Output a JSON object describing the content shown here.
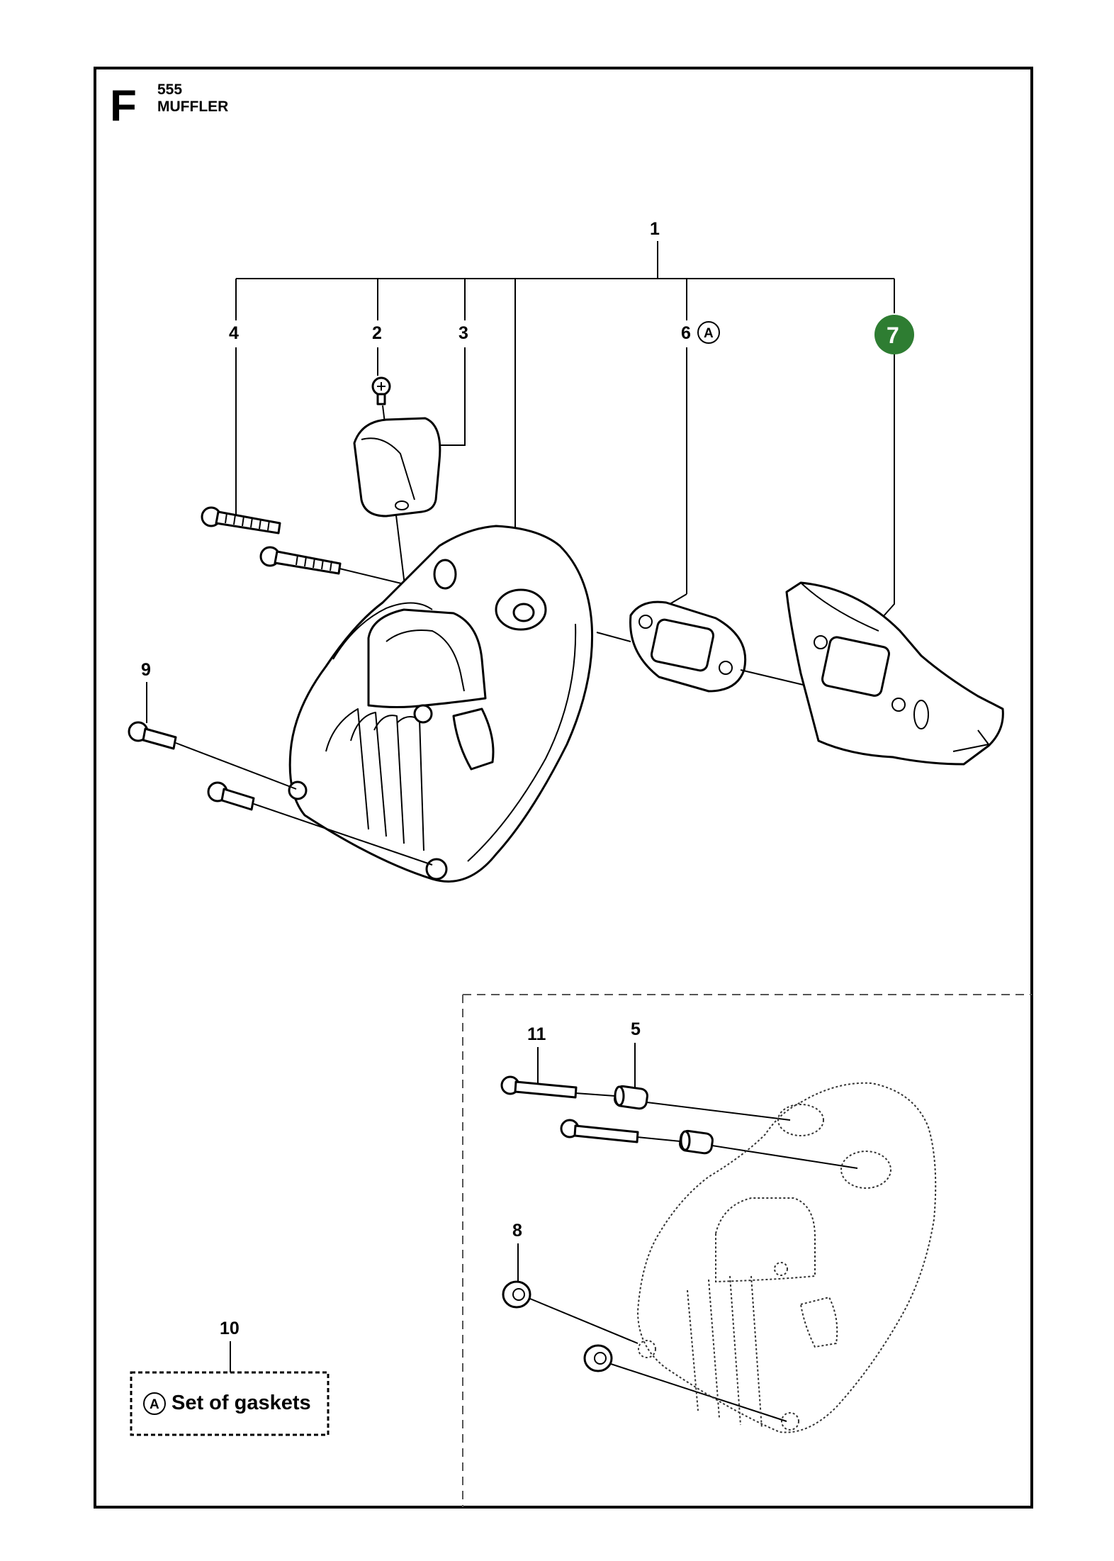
{
  "header": {
    "section_letter": "F",
    "model_number": "555",
    "section_title": "MUFFLER"
  },
  "callouts": {
    "c1": "1",
    "c2": "2",
    "c3": "3",
    "c4": "4",
    "c5": "5",
    "c6": "6",
    "c7": "7",
    "c8": "8",
    "c9": "9",
    "c10": "10",
    "c11": "11"
  },
  "symbols": {
    "gasket_marker": "A"
  },
  "legend": {
    "marker": "A",
    "text": "Set of gaskets"
  },
  "colors": {
    "highlight_callout": "#2e7d32",
    "line": "#000000",
    "background": "#ffffff"
  },
  "icons": {
    "gasket_marker_icon": "circled-letter-a",
    "new_part_badge": "green-circle-badge"
  }
}
